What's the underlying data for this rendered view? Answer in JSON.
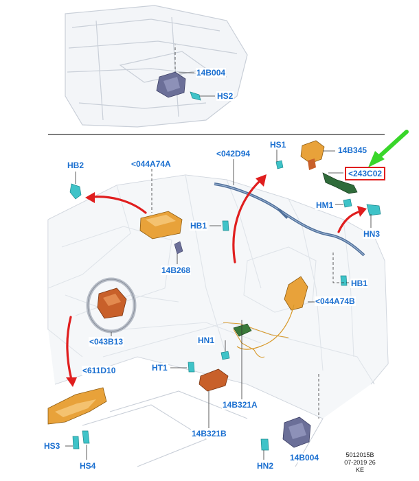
{
  "colors": {
    "label": "#1a6fd0",
    "arrow_red": "#e01e1e",
    "highlight_box": "#e01e1e",
    "indicator_green": "#39d62a",
    "airbag_orange": "#e8a23a",
    "fastener_teal": "#3fc3c8",
    "sensor_purple": "#6b6f98",
    "harness_blue": "#4f6f9a",
    "body_line": "#c9cfd8"
  },
  "callouts": [
    {
      "id": "14B004-top",
      "text": "14B004"
    },
    {
      "id": "HS2",
      "text": "HS2"
    },
    {
      "id": "HS1",
      "text": "HS1"
    },
    {
      "id": "14B345",
      "text": "14B345"
    },
    {
      "id": "HB2",
      "text": "HB2"
    },
    {
      "id": "044A74A",
      "text": "<044A74A"
    },
    {
      "id": "042D94",
      "text": "<042D94"
    },
    {
      "id": "243C02",
      "text": "<243C02"
    },
    {
      "id": "HM1",
      "text": "HM1"
    },
    {
      "id": "HN3",
      "text": "HN3"
    },
    {
      "id": "HB1-left",
      "text": "HB1"
    },
    {
      "id": "14B268",
      "text": "14B268"
    },
    {
      "id": "HB1-right",
      "text": "HB1"
    },
    {
      "id": "044A74B",
      "text": "<044A74B"
    },
    {
      "id": "043B13",
      "text": "<043B13"
    },
    {
      "id": "HN1",
      "text": "HN1"
    },
    {
      "id": "611D10",
      "text": "<611D10"
    },
    {
      "id": "HT1",
      "text": "HT1"
    },
    {
      "id": "14B321A",
      "text": "14B321A"
    },
    {
      "id": "14B321B",
      "text": "14B321B"
    },
    {
      "id": "HS3",
      "text": "HS3"
    },
    {
      "id": "HS4",
      "text": "HS4"
    },
    {
      "id": "HN2",
      "text": "HN2"
    },
    {
      "id": "14B004-bottom",
      "text": "14B004"
    }
  ],
  "footer": {
    "drawing_number": "5012015B",
    "date_code": "07-2019 26",
    "author": "KE"
  }
}
